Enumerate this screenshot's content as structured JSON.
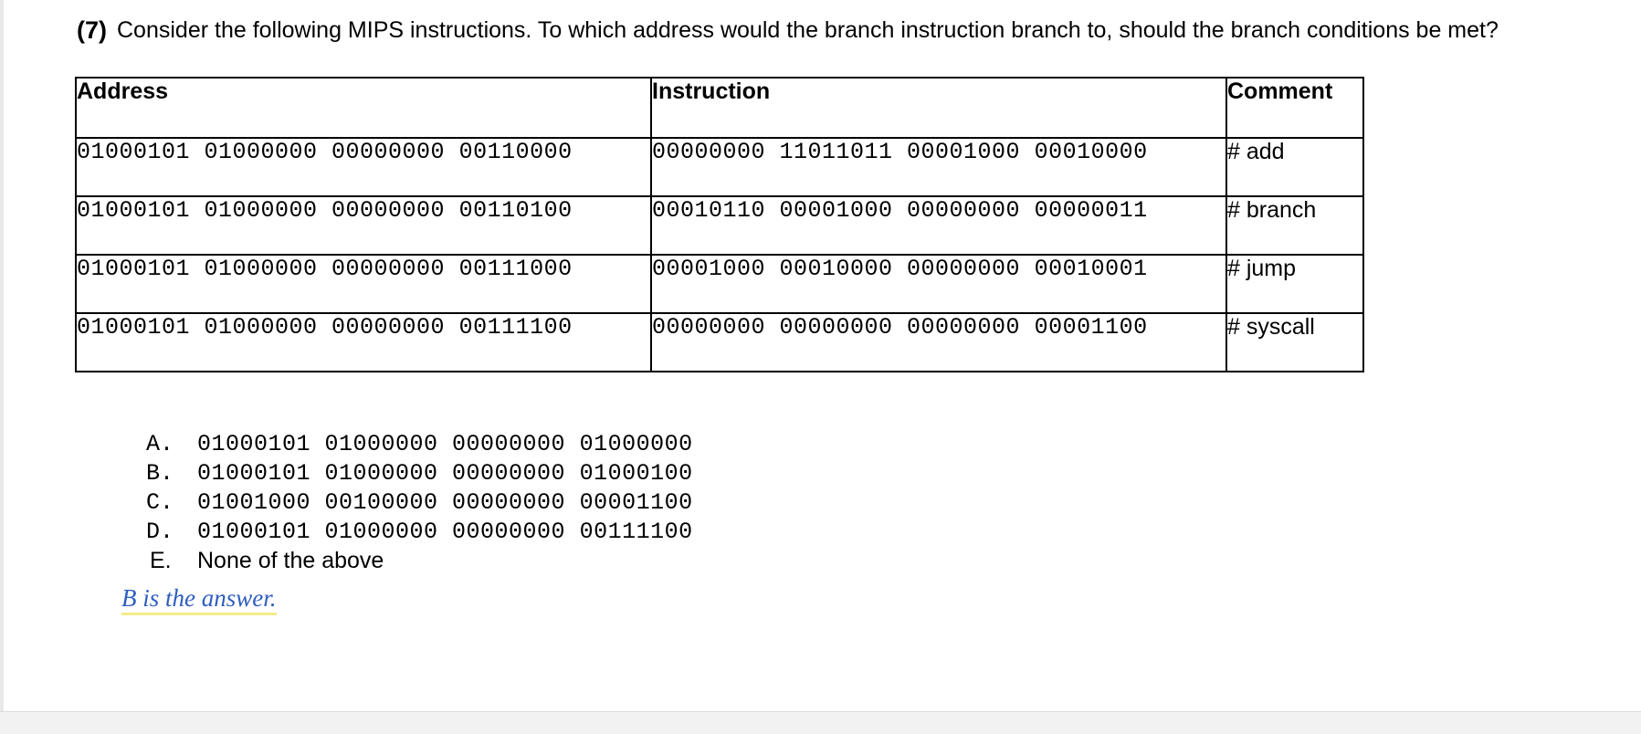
{
  "question": {
    "number": "(7)",
    "text": "Consider the following MIPS instructions. To which address would the branch instruction branch to, should the branch conditions be met?"
  },
  "table": {
    "headers": {
      "address": "Address",
      "instruction": "Instruction",
      "comment": "Comment"
    },
    "rows": [
      {
        "address": "01000101 01000000 00000000 00110000",
        "instruction": "00000000 11011011 00001000 00010000",
        "comment": "# add"
      },
      {
        "address": "01000101 01000000 00000000 00110100",
        "instruction": "00010110 00001000 00000000 00000011",
        "comment": "# branch"
      },
      {
        "address": "01000101 01000000 00000000 00111000",
        "instruction": "00001000 00010000 00000000 00010001",
        "comment": "# jump"
      },
      {
        "address": "01000101 01000000 00000000 00111100",
        "instruction": "00000000 00000000 00000000 00001100",
        "comment": "# syscall"
      }
    ]
  },
  "options": [
    {
      "letter": "A.",
      "text": "01000101 01000000 00000000 01000000",
      "style": "mono"
    },
    {
      "letter": "B.",
      "text": "01000101 01000000 00000000 01000100",
      "style": "mono"
    },
    {
      "letter": "C.",
      "text": "01001000 00100000 00000000 00001100",
      "style": "mono"
    },
    {
      "letter": "D.",
      "text": "01000101 01000000 00000000 00111100",
      "style": "mono"
    },
    {
      "letter": "E.",
      "text": "None of the above",
      "style": "sans"
    }
  ],
  "answer_note": {
    "text": "B is the answer.",
    "color": "#2f5dc0",
    "highlight_color": "#f2ec8a"
  }
}
